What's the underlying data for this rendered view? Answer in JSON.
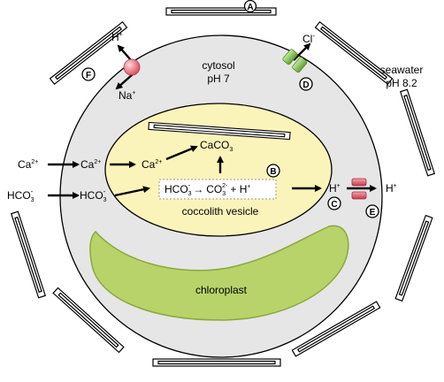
{
  "labels": {
    "cytosol": "cytosol",
    "cytosol_ph": "pH 7",
    "seawater": "seawater",
    "seawater_ph": "pH 8.2",
    "coccolith_vesicle": "coccolith vesicle",
    "chloroplast": "chloroplast"
  },
  "ions": {
    "ca_out": "Ca",
    "ca_in": "Ca",
    "ca_vesicle": "Ca",
    "charge_2plus": "2+",
    "hco3_out": "HCO",
    "hco3_in": "HCO",
    "sub3": "3",
    "minus": "-",
    "caco3": "CaCO",
    "reaction_hco3": "HCO",
    "reaction_arrow": "→",
    "reaction_co3": "CO",
    "reaction_charge": "2-",
    "reaction_plus_h": "+ H",
    "plus": "+",
    "h_vesicle": "H",
    "h_out": "H",
    "h_top": "H",
    "na": "Na",
    "cl": "Cl"
  },
  "markers": {
    "A": "A",
    "B": "B",
    "C": "C",
    "D": "D",
    "E": "E",
    "F": "F"
  },
  "colors": {
    "cytosol_fill": "#e6e6e6",
    "vesicle_fill": "#fbf4ba",
    "chloroplast_fill": "#b9d36b",
    "chloroplast_stroke": "#8aa83e",
    "na_pump": "#e0606b",
    "cl_channel": "#8bc75a",
    "h_channel": "#d9596a"
  }
}
